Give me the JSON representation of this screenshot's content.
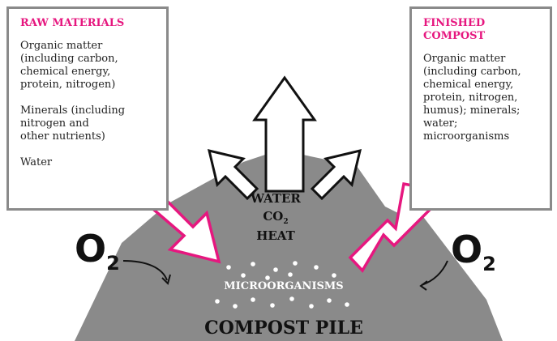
{
  "colors": {
    "accent": "#e6177f",
    "pile": "#8a8a8a",
    "box_border": "#8a8a8a",
    "text": "#222222"
  },
  "raw_materials": {
    "title": "RAW MATERIALS",
    "organic": "Organic matter\n(including carbon,\nchemical energy,\nprotein, nitrogen)",
    "minerals": "Minerals (including\nnitrogen and\nother nutrients)",
    "water": "Water"
  },
  "finished_compost": {
    "title": "FINISHED\nCOMPOST",
    "body": "Organic matter\n(including carbon,\nchemical energy,\nprotein, nitrogen,\nhumus); minerals;\nwater;\nmicroorganisms"
  },
  "pile": {
    "water": "WATER",
    "co2_main": "CO",
    "co2_sub": "2",
    "heat": "HEAT",
    "microorganisms": "MICROORGANISMS",
    "label": "COMPOST PILE"
  },
  "oxygen": {
    "symbol": "O",
    "subscript": "2"
  },
  "icons": [
    "up-arrow-icon",
    "left-up-arrow-icon",
    "right-up-arrow-icon",
    "input-arrow-icon",
    "output-arrow-icon",
    "curved-arrow-icon"
  ]
}
